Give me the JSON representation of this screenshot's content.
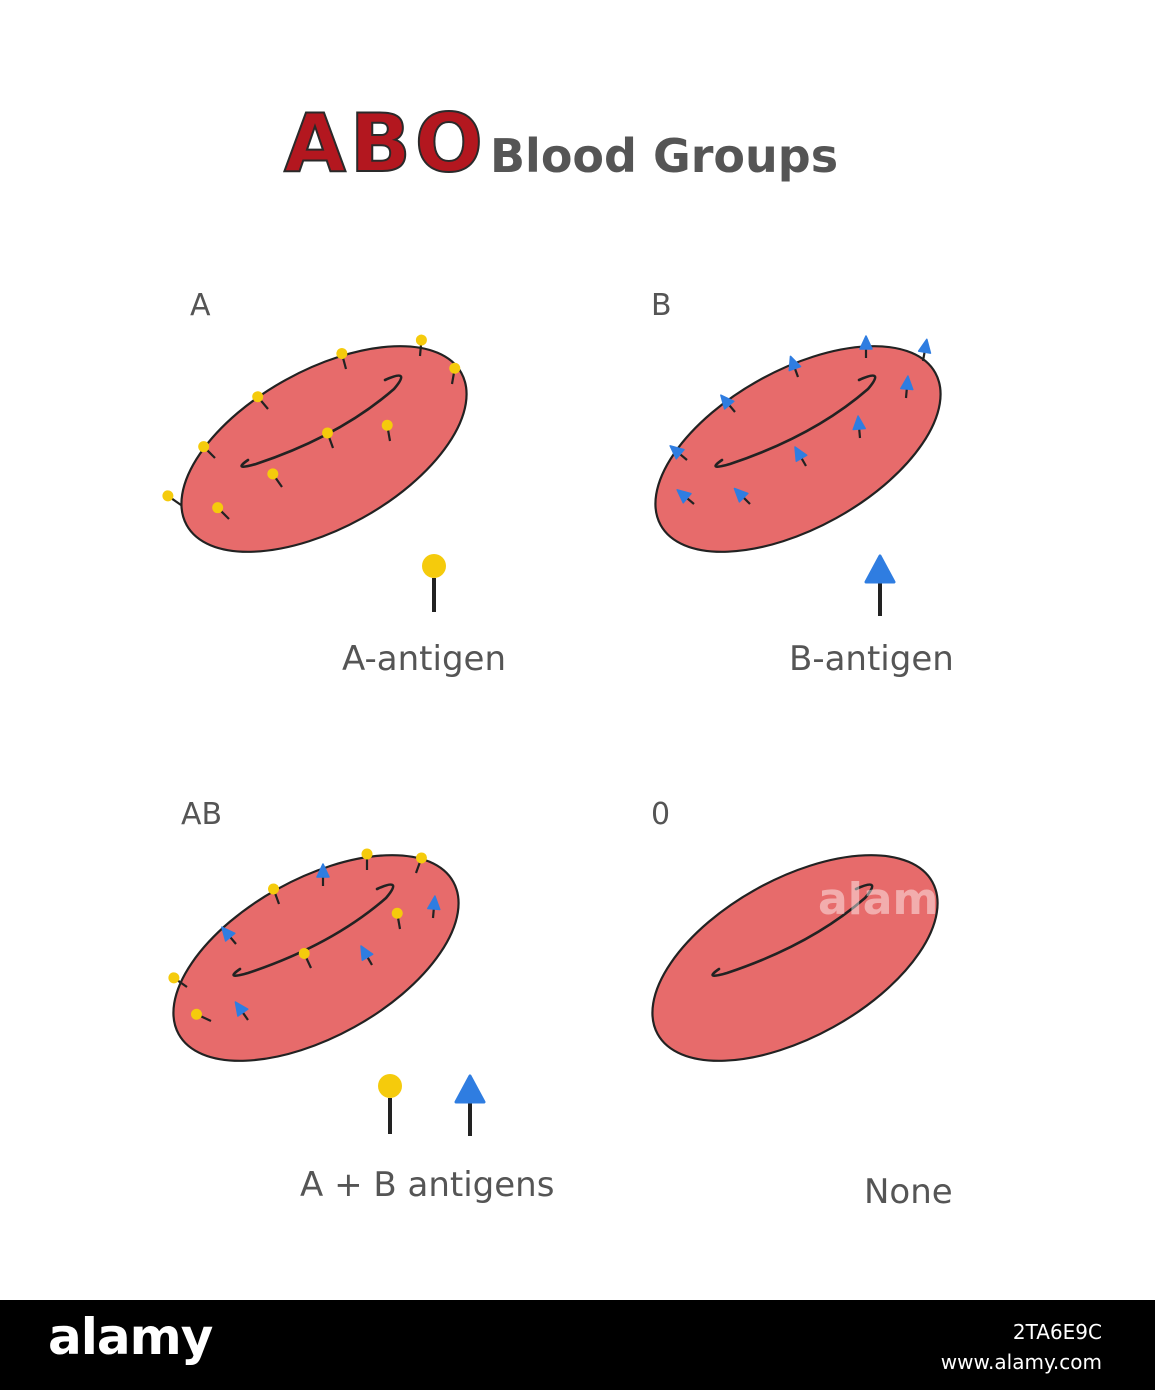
{
  "title": {
    "abo": "ABO",
    "rest": "Blood Groups"
  },
  "groups": [
    {
      "label": "A",
      "caption": "A-antigen",
      "antigens": [
        "a-antigen"
      ]
    },
    {
      "label": "B",
      "caption": "B-antigen",
      "antigens": [
        "b-antigen"
      ]
    },
    {
      "label": "AB",
      "caption": "A + B antigens",
      "antigens": [
        "a-antigen",
        "b-antigen"
      ]
    },
    {
      "label": "0",
      "caption": "None",
      "antigens": []
    }
  ],
  "colors": {
    "cell_fill": "#e76b6b",
    "cell_stroke": "#222222",
    "a_antigen": "#f5cb0c",
    "b_antigen": "#2f7de1",
    "title_red": "#b3171f",
    "text_gray": "#555555"
  },
  "icons": {
    "a_antigen": "yellow-pin-icon",
    "b_antigen": "blue-arrow-icon"
  },
  "watermark": "alamy",
  "footer": {
    "logo": "alamy",
    "image_id": "2TA6E9C",
    "url": "www.alamy.com"
  }
}
